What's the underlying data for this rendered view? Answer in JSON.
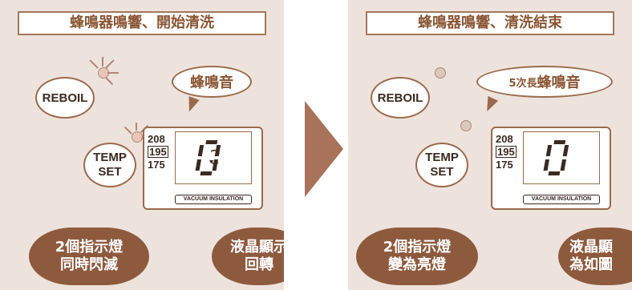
{
  "left": {
    "header": "蜂鳴器鳴響、開始清洗",
    "reboil_label": "REBOIL",
    "temp_line1": "TEMP",
    "temp_line2": "SET",
    "speech": "蜂鳴音",
    "temps": [
      "208",
      "195",
      "175"
    ],
    "vacuum_label": "VACUUM INSULATION",
    "pill1_line1": "2個指示燈",
    "pill1_line2": "同時閃滅",
    "pill2_line1": "液晶顯示",
    "pill2_line2": "回轉"
  },
  "right": {
    "header": "蜂鳴器鳴響、清洗結束",
    "reboil_label": "REBOIL",
    "temp_line1": "TEMP",
    "temp_line2": "SET",
    "speech_small": "5次長",
    "speech_big": "蜂鳴音",
    "temps": [
      "208",
      "195",
      "175"
    ],
    "vacuum_label": "VACUUM INSULATION",
    "pill1_line1": "2個指示燈",
    "pill1_line2": "變為亮燈",
    "pill2_line1": "液晶顯",
    "pill2_line2": "為如圖"
  },
  "colors": {
    "panel_bg": "#ede3dc",
    "accent": "#8e5a3e",
    "header_text": "#8a5534",
    "arrow": "#a8735a"
  }
}
